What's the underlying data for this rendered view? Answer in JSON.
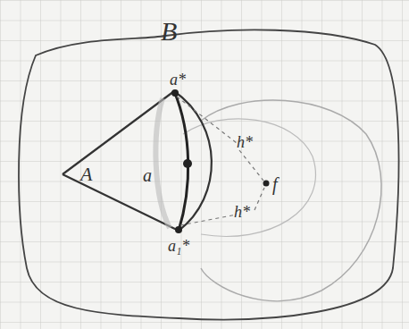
{
  "diagram": {
    "labels": [
      "B",
      "A",
      "a",
      "a*",
      "a₁*",
      "h*",
      "h*",
      "f"
    ]
  }
}
